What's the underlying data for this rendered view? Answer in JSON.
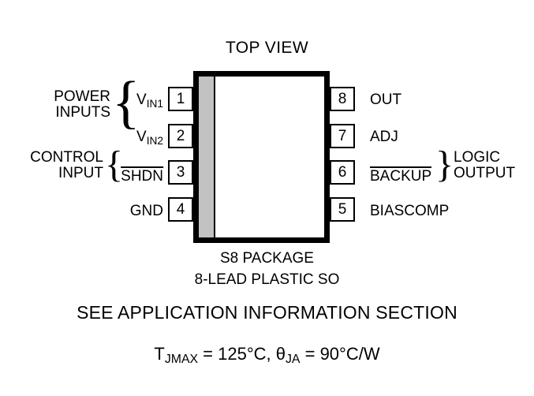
{
  "diagram": {
    "title": "TOP VIEW",
    "package_name": "S8 PACKAGE",
    "package_description": "8-LEAD PLASTIC SO",
    "see_application": "SEE APPLICATION INFORMATION SECTION",
    "thermal": {
      "tj_symbol": "T",
      "tj_subscript": "JMAX",
      "tj_value": " = 125°C, ",
      "theta_symbol": "θ",
      "theta_subscript": "JA",
      "theta_value": " = 90°C/W"
    },
    "notch_color": "#c2c2c2",
    "body_color": "#ffffff",
    "outline_color": "#000000"
  },
  "pins": {
    "left": [
      {
        "number": "1",
        "name": "V",
        "subscript": "IN1",
        "overline": false
      },
      {
        "number": "2",
        "name": "V",
        "subscript": "IN2",
        "overline": false
      },
      {
        "number": "3",
        "name": "SHDN",
        "subscript": "",
        "overline": true
      },
      {
        "number": "4",
        "name": "GND",
        "subscript": "",
        "overline": false
      }
    ],
    "right": [
      {
        "number": "8",
        "name": "OUT",
        "subscript": "",
        "overline": false
      },
      {
        "number": "7",
        "name": "ADJ",
        "subscript": "",
        "overline": false
      },
      {
        "number": "6",
        "name": "BACKUP",
        "subscript": "",
        "overline": true
      },
      {
        "number": "5",
        "name": "BIASCOMP",
        "subscript": "",
        "overline": false
      }
    ]
  },
  "groups": {
    "power_inputs": {
      "line1": "POWER",
      "line2": "INPUTS",
      "brace": "{"
    },
    "control_input": {
      "line1": "CONTROL",
      "line2": "INPUT",
      "brace": "{"
    },
    "logic_output": {
      "line1": "LOGIC",
      "line2": "OUTPUT",
      "brace": "}"
    }
  }
}
